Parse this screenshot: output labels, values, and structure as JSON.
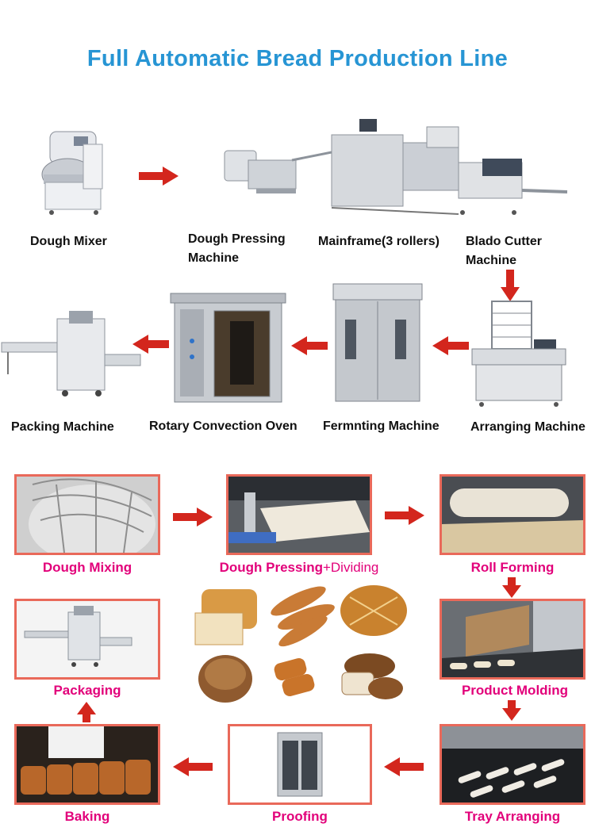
{
  "title": "Full Automatic Bread Production Line",
  "machines": {
    "dough_mixer": "Dough Mixer",
    "dough_pressing_line1": "Dough Pressing",
    "dough_pressing_line2": "Machine",
    "mainframe": "Mainframe(3 rollers)",
    "blado_cutter_line1": "Blado Cutter",
    "blado_cutter_line2": "Machine",
    "packing": "Packing Machine",
    "oven": "Rotary Convection Oven",
    "fermenting": "Fermnting Machine",
    "arranging": "Arranging Machine"
  },
  "steps": {
    "dough_mixing": "Dough Mixing",
    "dough_pressing_bold": "Dough Pressing",
    "dough_pressing_plain": "+Dividing",
    "roll_forming": "Roll Forming",
    "packaging": "Packaging",
    "product_molding": "Product Molding",
    "baking": "Baking",
    "proofing": "Proofing",
    "tray_arranging": "Tray Arranging"
  },
  "colors": {
    "title": "#2795d4",
    "arrow": "#d3261d",
    "step_label": "#e2007a",
    "frame_border": "#e9695a"
  }
}
